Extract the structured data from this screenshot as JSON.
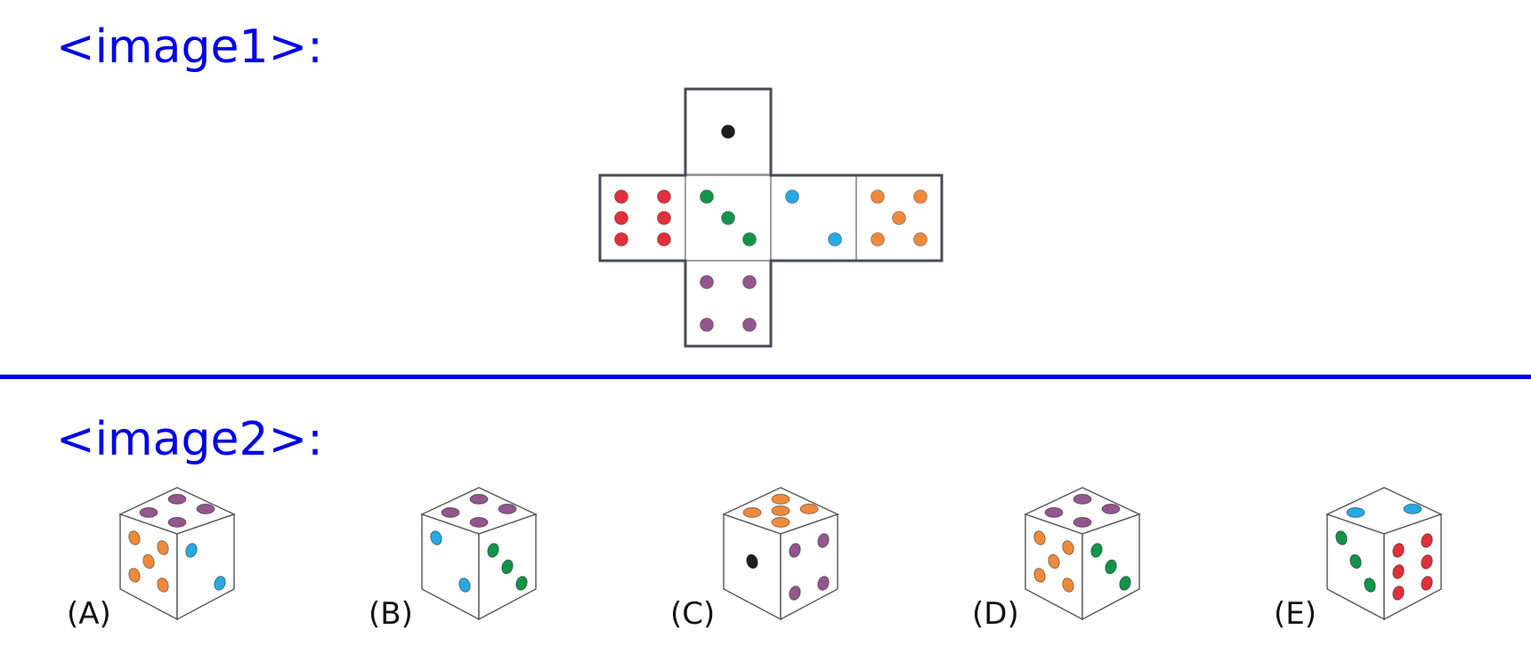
{
  "headings": {
    "image1": "<image1>:",
    "image2": "<image2>:"
  },
  "colors": {
    "heading": "#0000e6",
    "divider": "#0000d8",
    "black": "#1e1e1e",
    "red": "#e0303b",
    "green": "#14934a",
    "blue": "#29a8e0",
    "orange": "#ee8a3c",
    "purple": "#93568d"
  },
  "net": {
    "faces": [
      {
        "name": "top",
        "pips": 1,
        "color": "black"
      },
      {
        "name": "left",
        "pips": 6,
        "color": "red"
      },
      {
        "name": "center",
        "pips": 3,
        "color": "green"
      },
      {
        "name": "right",
        "pips": 2,
        "color": "blue"
      },
      {
        "name": "far-right",
        "pips": 5,
        "color": "orange"
      },
      {
        "name": "bottom",
        "pips": 4,
        "color": "purple"
      }
    ]
  },
  "options": [
    {
      "label": "(A)",
      "top": {
        "pips": 4,
        "color": "purple"
      },
      "left": {
        "pips": 5,
        "color": "orange"
      },
      "right": {
        "pips": 2,
        "color": "blue"
      }
    },
    {
      "label": "(B)",
      "top": {
        "pips": 4,
        "color": "purple"
      },
      "left": {
        "pips": 2,
        "color": "blue"
      },
      "right": {
        "pips": 3,
        "color": "green"
      }
    },
    {
      "label": "(C)",
      "top": {
        "pips": 5,
        "color": "orange"
      },
      "left": {
        "pips": 1,
        "color": "black"
      },
      "right": {
        "pips": 4,
        "color": "purple"
      }
    },
    {
      "label": "(D)",
      "top": {
        "pips": 4,
        "color": "purple"
      },
      "left": {
        "pips": 5,
        "color": "orange"
      },
      "right": {
        "pips": 3,
        "color": "green"
      }
    },
    {
      "label": "(E)",
      "top": {
        "pips": 2,
        "color": "blue"
      },
      "left": {
        "pips": 3,
        "color": "green"
      },
      "right": {
        "pips": 6,
        "color": "red"
      }
    }
  ]
}
